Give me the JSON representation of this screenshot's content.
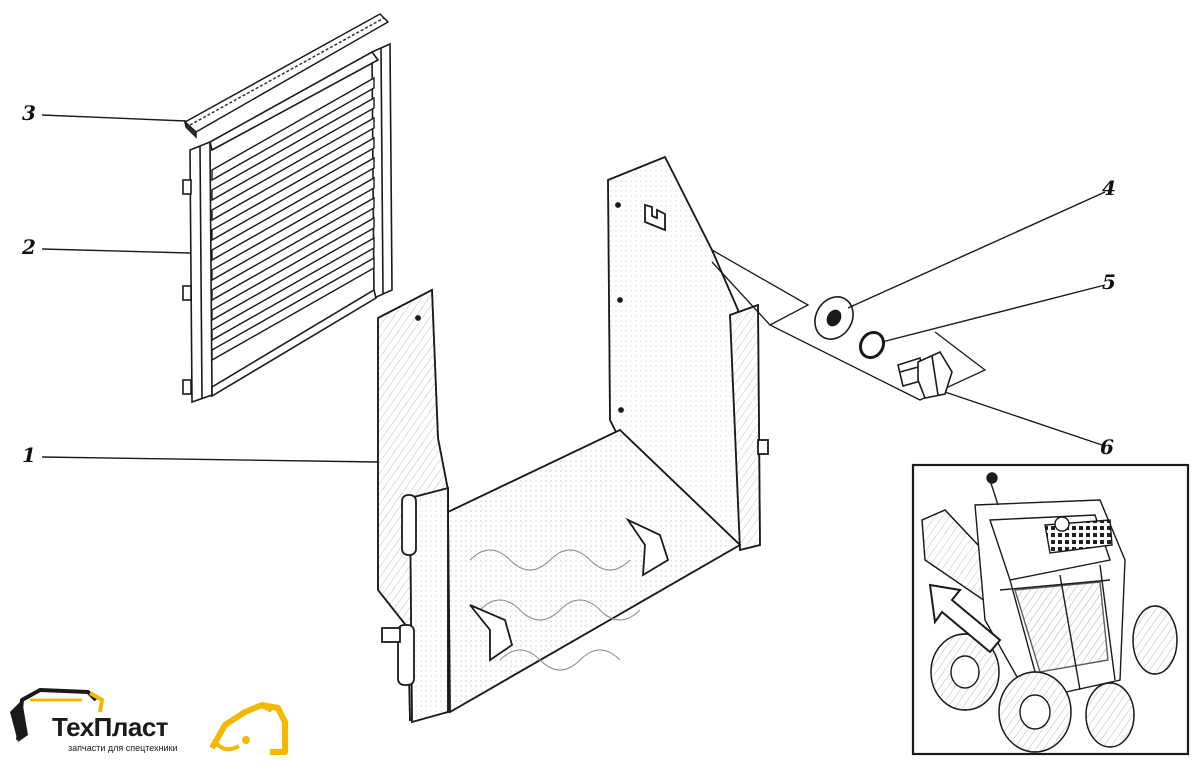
{
  "callouts": [
    {
      "id": "1",
      "text": "1"
    },
    {
      "id": "2",
      "text": "2"
    },
    {
      "id": "3",
      "text": "3"
    },
    {
      "id": "4",
      "text": "4"
    },
    {
      "id": "5",
      "text": "5"
    },
    {
      "id": "6",
      "text": "6"
    }
  ],
  "logo": {
    "brand": "ТехПласт",
    "tagline": "запчасти для спецтехники",
    "accent_color": "#f5b800",
    "dark_color": "#1a1a1a"
  },
  "inset": {
    "icon": "skid-steer-loader-icon",
    "arrow": "location-arrow-icon"
  },
  "colors": {
    "line": "#1a1a1a",
    "paper": "#ffffff"
  }
}
